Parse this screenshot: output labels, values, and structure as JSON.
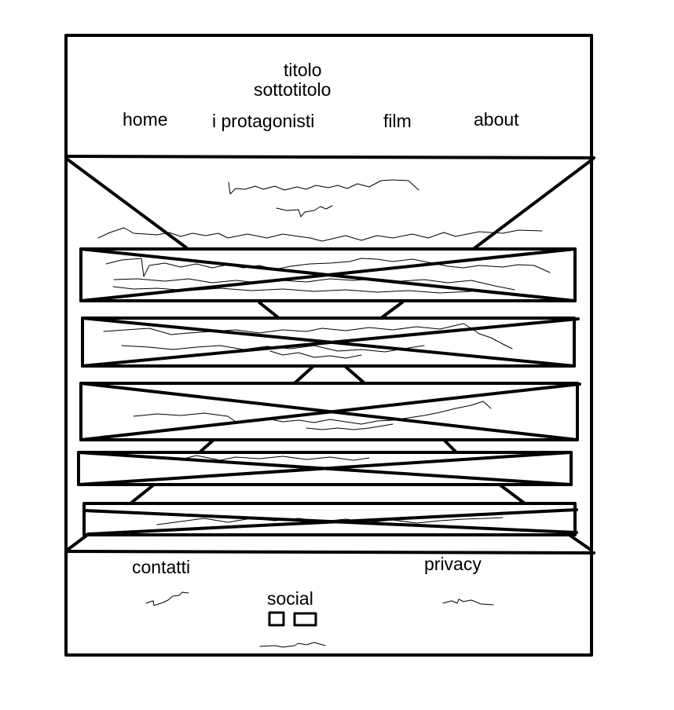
{
  "header": {
    "title": "titolo",
    "subtitle": "sottotitolo",
    "nav": [
      {
        "label": "home"
      },
      {
        "label": "i protagonisti"
      },
      {
        "label": "film"
      },
      {
        "label": "about"
      }
    ]
  },
  "footer": {
    "contacts": "contatti",
    "privacy": "privacy",
    "social": "social",
    "social_icons": [
      "social-icon-1",
      "social-icon-2"
    ]
  },
  "colors": {
    "ink": "#000000",
    "paper": "#ffffff"
  }
}
